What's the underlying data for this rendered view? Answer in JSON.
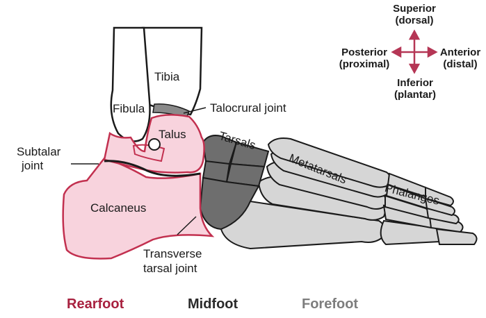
{
  "labels": {
    "tibia": "Tibia",
    "fibula": "Fibula",
    "talocrural_joint": "Talocrural joint",
    "talus": "Talus",
    "tarsals": "Tarsals",
    "subtalar_joint_line1": "Subtalar",
    "subtalar_joint_line2": "joint",
    "metatarsals": "Metatarsals",
    "phalanges": "Phalanges",
    "calcaneus": "Calcaneus",
    "transverse_tarsal_line1": "Transverse",
    "transverse_tarsal_line2": "tarsal joint"
  },
  "directions": {
    "superior_line1": "Superior",
    "superior_line2": "(dorsal)",
    "posterior_line1": "Posterior",
    "posterior_line2": "(proximal)",
    "anterior_line1": "Anterior",
    "anterior_line2": "(distal)",
    "inferior_line1": "Inferior",
    "inferior_line2": "(plantar)"
  },
  "regions": {
    "rearfoot": "Rearfoot",
    "midfoot": "Midfoot",
    "forefoot": "Forefoot"
  },
  "colors": {
    "rearfoot": "#f8d3dd",
    "rearfoot_outline": "#c2304f",
    "rearfoot_label": "#a8213f",
    "midfoot": "#6e6e6e",
    "midfoot_label": "#2a2a2a",
    "forefoot": "#d6d6d6",
    "forefoot_label": "#7d7d7d",
    "arrow": "#b53655"
  }
}
